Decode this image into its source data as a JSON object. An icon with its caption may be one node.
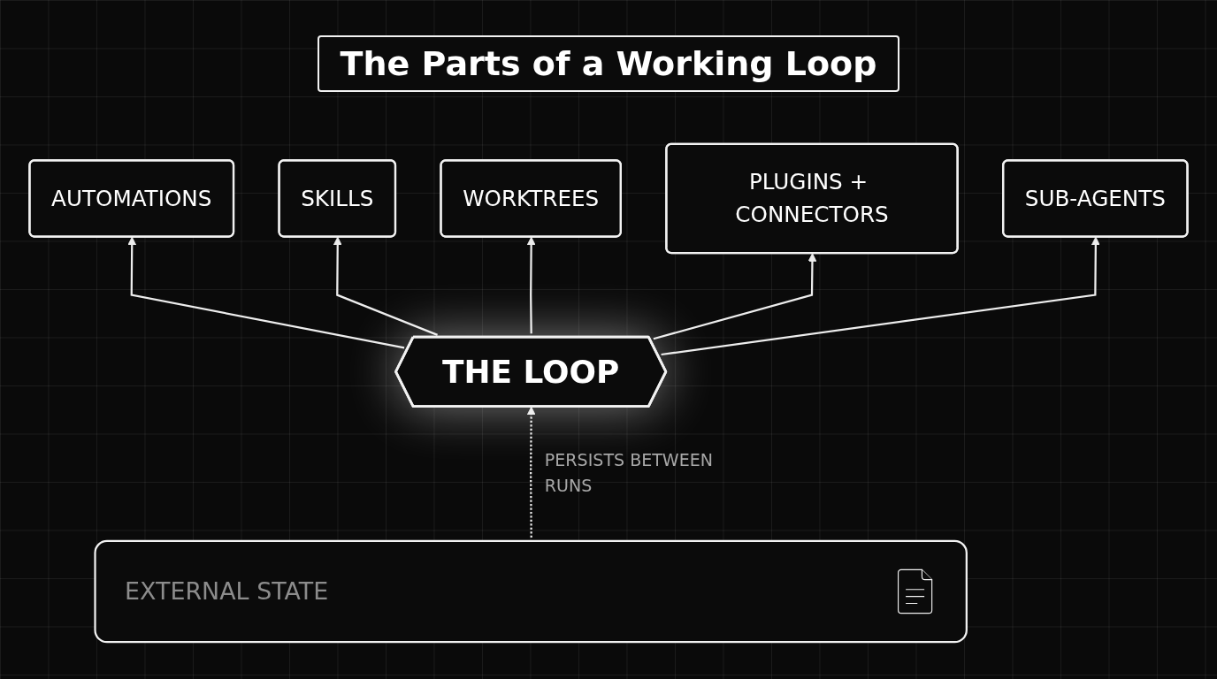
{
  "diagram": {
    "title": "The Parts of a Working Loop",
    "nodes": [
      {
        "text": [
          "AUTOMATIONS"
        ]
      },
      {
        "text": [
          "SKILLS"
        ]
      },
      {
        "text": [
          "THE LOOP"
        ]
      },
      {
        "text": [
          "WORKTREES"
        ]
      },
      {
        "text": [
          "PLUGINS + CONNECTORS"
        ]
      },
      {
        "text": [
          "SUB-AGENTS"
        ]
      },
      {
        "text": [
          "EXTERNAL STATE"
        ]
      }
    ],
    "edges": [
      {
        "from": 2,
        "to": 0,
        "arrow": "to"
      },
      {
        "from": 2,
        "to": 1,
        "arrow": "to"
      },
      {
        "from": 2,
        "to": 3,
        "arrow": "to"
      },
      {
        "from": 2,
        "to": 4,
        "arrow": "to"
      },
      {
        "from": 2,
        "to": 5,
        "arrow": "to"
      },
      {
        "from": 6,
        "to": 2,
        "arrow": "to",
        "label": "PERSISTS BETWEEN RUNS",
        "style": "dashed"
      }
    ]
  }
}
